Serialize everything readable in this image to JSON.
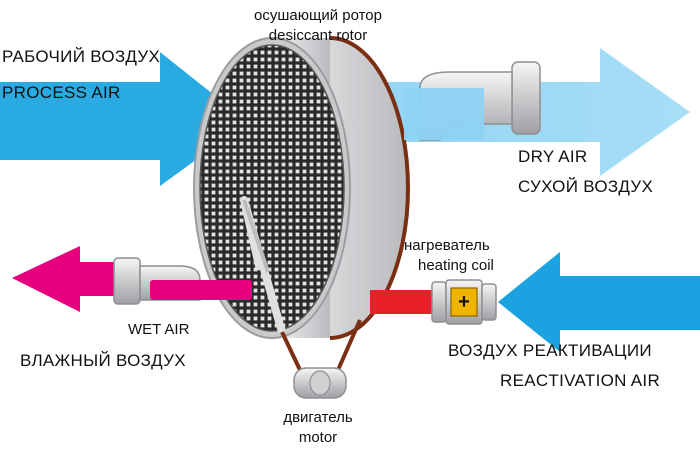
{
  "labels": {
    "rotor_ru": "осушающий ротор",
    "rotor_en": "desiccant rotor",
    "process_ru": "РАБОЧИЙ ВОЗДУХ",
    "process_en": "PROCESS AIR",
    "dry_en": "DRY AIR",
    "dry_ru": "СУХОЙ ВОЗДУХ",
    "heater_ru": "нагреватель",
    "heater_en": "heating coil",
    "heater_symbol": "+",
    "wet_en": "WET AIR",
    "wet_ru": "ВЛАЖНЫЙ ВОЗДУХ",
    "react_ru": "ВОЗДУХ РЕАКТИВАЦИИ",
    "react_en": "REACTIVATION AIR",
    "motor_ru": "двигатель",
    "motor_en": "motor"
  },
  "colors": {
    "process_air": "#29abe2",
    "dry_air": "#8dd3f3",
    "wet_air": "#e6007e",
    "heated_air": "#e8202a",
    "reactivation_air": "#1aa3e0",
    "rotor_shell": "#d9dadc",
    "rotor_mesh": "#2a2a2a",
    "belt": "#7a2e12",
    "heater": "#f0b400"
  }
}
